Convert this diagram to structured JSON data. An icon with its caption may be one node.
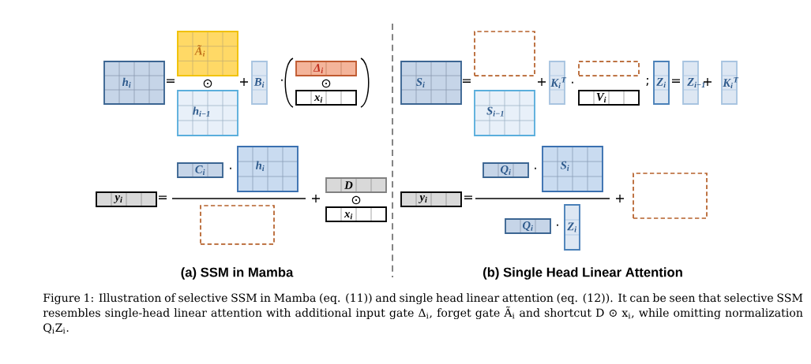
{
  "diagram": {
    "caption": "Figure 1: Illustration of selective SSM in Mamba (eq. (11)) and single head linear attention (eq. (12)). It can be seen that selective SSM resembles single-head linear attention with additional input gate Δ$_{i}$, forget gate Ã$_{i}$ and shortcut D ⊙ x$_{i}$, while omitting normalization Q$_{i}$Z$_{i}$.",
    "nodes": [
      {
        "text": [
          "h$_{i}$"
        ]
      },
      {
        "text": [
          "Ã$_{i}$"
        ]
      },
      {
        "text": [
          "h$_{i−1}$"
        ]
      },
      {
        "text": [
          "B$_{i}$"
        ]
      },
      {
        "text": [
          "Δ$_{i}$"
        ]
      },
      {
        "text": [
          "x$_{i}$"
        ]
      },
      {
        "text": [
          "S$_{i}$"
        ]
      },
      {
        "text": [],
        "shape": "box"
      },
      {
        "text": [
          "S$_{i−1}$"
        ]
      },
      {
        "text": [
          "K$_{i}$$^{T}$"
        ]
      },
      {
        "text": [],
        "shape": "box"
      },
      {
        "text": [
          "V$_{i}$"
        ]
      },
      {
        "text": [
          "Z$_{i}$"
        ]
      },
      {
        "text": [
          "Z$_{i−1}$"
        ]
      },
      {
        "text": [
          "K$_{i}$$^{T}$"
        ]
      },
      {
        "text": [
          "C$_{i}$"
        ]
      },
      {
        "text": [
          "h$_{i}$"
        ]
      },
      {
        "text": [
          "y$_{i}$"
        ]
      },
      {
        "text": [],
        "shape": "box"
      },
      {
        "text": [
          "D"
        ]
      },
      {
        "text": [
          "x$_{i}$"
        ]
      },
      {
        "text": [
          "Q$_{i}$"
        ]
      },
      {
        "text": [
          "S$_{i}$"
        ]
      },
      {
        "text": [
          "y$_{i}$"
        ]
      },
      {
        "text": [],
        "shape": "box"
      },
      {
        "text": [
          "Q$_{i}$"
        ]
      },
      {
        "text": [
          "Z$_{i}$"
        ]
      }
    ],
    "labels": [
      "=",
      "⊙",
      "+",
      "·",
      "⊙",
      "=",
      "+",
      "·",
      ";",
      "=",
      "+",
      "·",
      "=",
      "+",
      "⊙",
      "·",
      "=",
      "+",
      "·",
      "(a) SSM in Mamba",
      "(b) Single Head Linear Attention"
    ]
  }
}
